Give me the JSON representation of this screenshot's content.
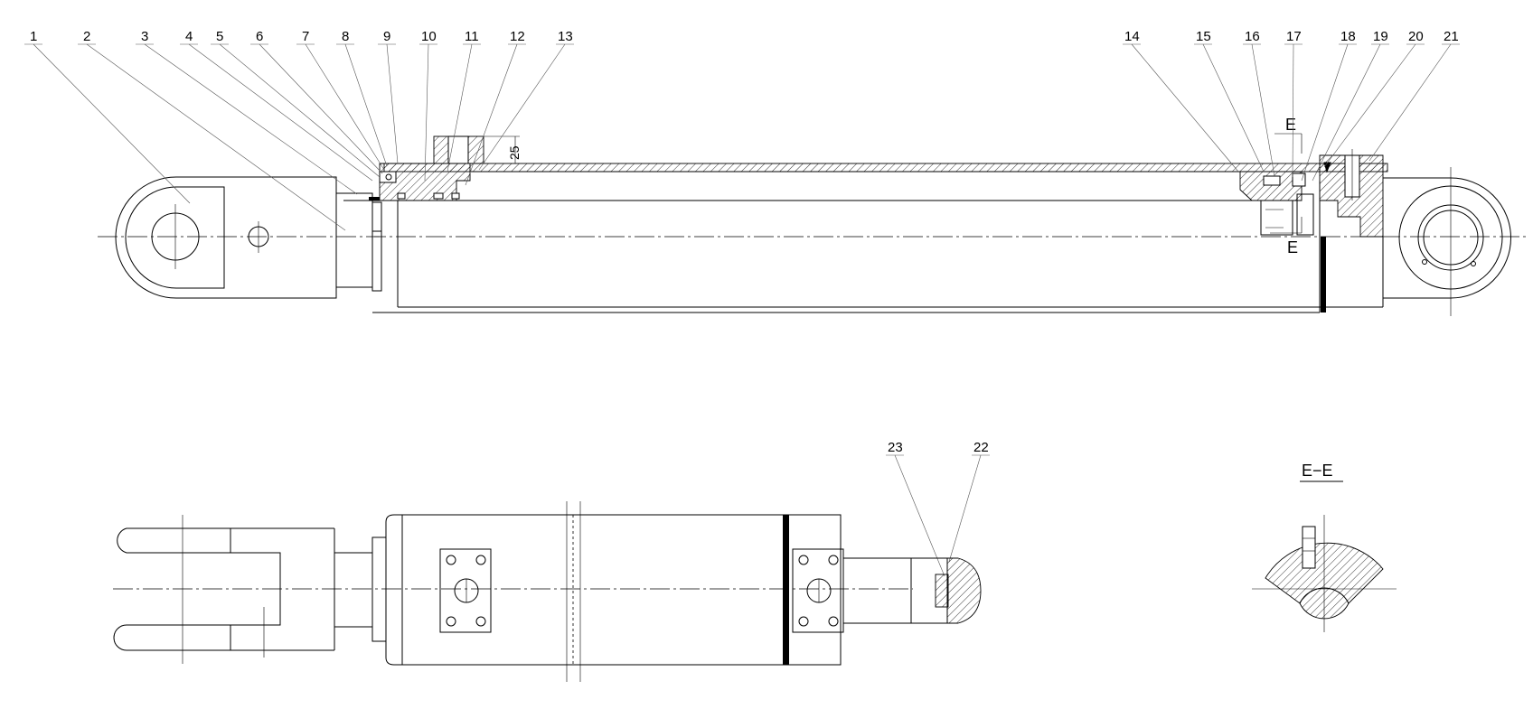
{
  "balloons_top": [
    "1",
    "2",
    "3",
    "4",
    "5",
    "6",
    "7",
    "8",
    "9",
    "10",
    "11",
    "12",
    "13",
    "14",
    "15",
    "16",
    "17",
    "18",
    "19",
    "20",
    "21"
  ],
  "balloons_bottom": [
    "23",
    "22"
  ],
  "dimension_25": "25",
  "section_mark": "E",
  "section_label": "E−E"
}
